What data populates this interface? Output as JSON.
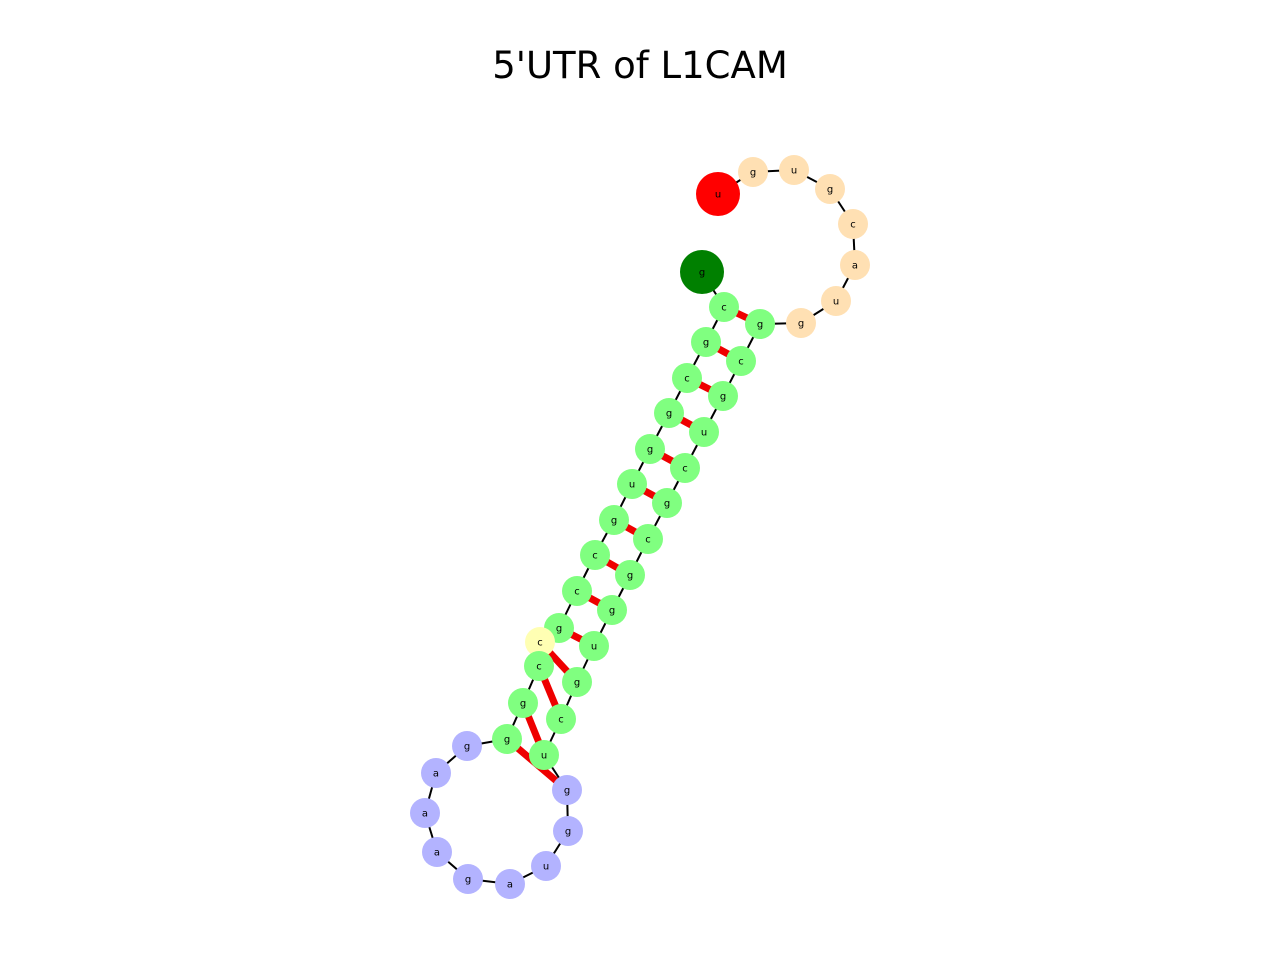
{
  "title": "5'UTR of L1CAM",
  "colors": {
    "stem": "#80ff80",
    "hairpin_loop": "#b3b3ff",
    "external_loop": "#ffe0b3",
    "bulge": "#ffffb3",
    "start_5prime": "#008000",
    "end_3prime": "#ff0000",
    "pair_bond": "#ee0000",
    "backbone": "#000000"
  },
  "nucleotides": [
    {
      "base": "g",
      "region": "start_5prime"
    },
    {
      "base": "c",
      "region": "stem"
    },
    {
      "base": "g",
      "region": "stem"
    },
    {
      "base": "c",
      "region": "stem"
    },
    {
      "base": "g",
      "region": "stem"
    },
    {
      "base": "g",
      "region": "stem"
    },
    {
      "base": "u",
      "region": "stem"
    },
    {
      "base": "g",
      "region": "stem"
    },
    {
      "base": "c",
      "region": "stem"
    },
    {
      "base": "c",
      "region": "stem"
    },
    {
      "base": "g",
      "region": "stem"
    },
    {
      "base": "c",
      "region": "bulge"
    },
    {
      "base": "c",
      "region": "stem"
    },
    {
      "base": "g",
      "region": "stem"
    },
    {
      "base": "g",
      "region": "stem"
    },
    {
      "base": "g",
      "region": "hairpin_loop"
    },
    {
      "base": "a",
      "region": "hairpin_loop"
    },
    {
      "base": "a",
      "region": "hairpin_loop"
    },
    {
      "base": "a",
      "region": "hairpin_loop"
    },
    {
      "base": "g",
      "region": "hairpin_loop"
    },
    {
      "base": "a",
      "region": "hairpin_loop"
    },
    {
      "base": "u",
      "region": "hairpin_loop"
    },
    {
      "base": "g",
      "region": "hairpin_loop"
    },
    {
      "base": "g",
      "region": "hairpin_loop"
    },
    {
      "base": "u",
      "region": "stem"
    },
    {
      "base": "c",
      "region": "stem"
    },
    {
      "base": "g",
      "region": "stem"
    },
    {
      "base": "u",
      "region": "stem"
    },
    {
      "base": "g",
      "region": "stem"
    },
    {
      "base": "g",
      "region": "stem"
    },
    {
      "base": "c",
      "region": "stem"
    },
    {
      "base": "g",
      "region": "stem"
    },
    {
      "base": "c",
      "region": "stem"
    },
    {
      "base": "u",
      "region": "stem"
    },
    {
      "base": "g",
      "region": "stem"
    },
    {
      "base": "c",
      "region": "stem"
    },
    {
      "base": "g",
      "region": "stem"
    },
    {
      "base": "g",
      "region": "external_loop"
    },
    {
      "base": "u",
      "region": "external_loop"
    },
    {
      "base": "a",
      "region": "external_loop"
    },
    {
      "base": "c",
      "region": "external_loop"
    },
    {
      "base": "g",
      "region": "external_loop"
    },
    {
      "base": "u",
      "region": "external_loop"
    },
    {
      "base": "g",
      "region": "external_loop"
    },
    {
      "base": "u",
      "region": "end_3prime"
    }
  ],
  "base_pairs": [
    [
      1,
      36
    ],
    [
      2,
      35
    ],
    [
      3,
      34
    ],
    [
      4,
      33
    ],
    [
      5,
      32
    ],
    [
      6,
      31
    ],
    [
      7,
      30
    ],
    [
      8,
      29
    ],
    [
      9,
      28
    ],
    [
      10,
      27
    ],
    [
      11,
      26
    ],
    [
      12,
      25
    ],
    [
      13,
      24
    ],
    [
      14,
      23
    ]
  ]
}
